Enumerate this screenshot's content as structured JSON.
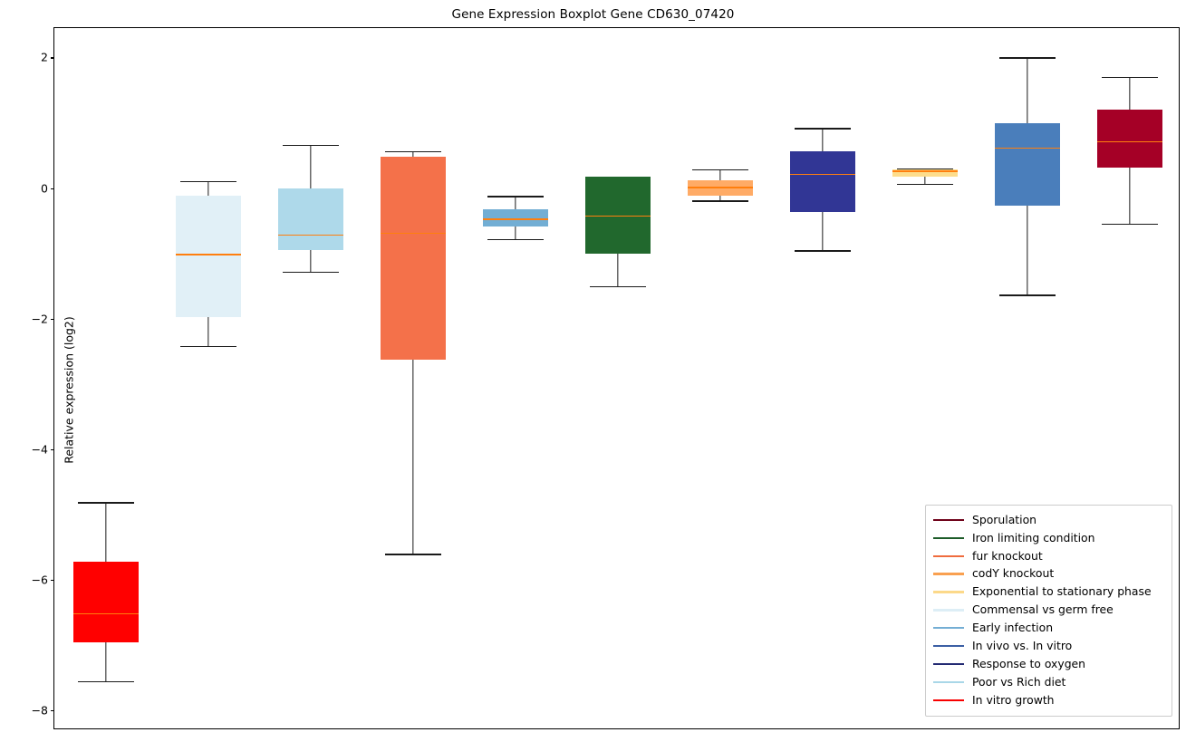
{
  "chart_data": {
    "type": "box",
    "title": "Gene Expression Boxplot Gene CD630_07420",
    "xlabel": "",
    "ylabel": "Relative expression (log2)",
    "ylim": [
      -8.3,
      2.45
    ],
    "yticks": [
      2,
      0,
      -2,
      -4,
      -6,
      -8
    ],
    "ytick_labels": [
      "2",
      "0",
      "−2",
      "−4",
      "−6",
      "−8"
    ],
    "grid": false,
    "median_color": "#ff7f0e",
    "whisker_color": "#1a1a1a",
    "legend_position": "lower right",
    "boxes": [
      {
        "name": "In vitro growth",
        "color": "#ff0000",
        "whisker_low": -7.55,
        "q1": -6.95,
        "median": -6.52,
        "q3": -5.72,
        "whisker_high": -4.81
      },
      {
        "name": "Commensal vs germ free",
        "color": "#e1f0f7",
        "whisker_low": -2.42,
        "q1": -1.98,
        "median": -1.02,
        "q3": -0.12,
        "whisker_high": 0.11
      },
      {
        "name": "Poor vs Rich diet",
        "color": "#aed9ea",
        "whisker_low": -1.28,
        "q1": -0.95,
        "median": -0.72,
        "q3": 0.0,
        "whisker_high": 0.66
      },
      {
        "name": "fur knockout",
        "color": "#f4714a",
        "whisker_low": -5.6,
        "q1": -2.63,
        "median": -0.69,
        "q3": 0.48,
        "whisker_high": 0.57
      },
      {
        "name": "Early infection",
        "color": "#72aed4",
        "whisker_low": -0.78,
        "q1": -0.59,
        "median": -0.48,
        "q3": -0.32,
        "whisker_high": -0.12
      },
      {
        "name": "Iron limiting condition",
        "color": "#21682d",
        "whisker_low": -1.5,
        "q1": -1.0,
        "median": -0.43,
        "q3": 0.17,
        "whisker_high": 0.17
      },
      {
        "name": "codY knockout",
        "color": "#ffab66",
        "whisker_low": -0.19,
        "q1": -0.11,
        "median": 0.01,
        "q3": 0.12,
        "whisker_high": 0.29
      },
      {
        "name": "Response to oxygen",
        "color": "#313695",
        "whisker_low": -0.95,
        "q1": -0.36,
        "median": 0.21,
        "q3": 0.57,
        "whisker_high": 0.92
      },
      {
        "name": "Exponential to stationary phase",
        "color": "#fddd8c",
        "whisker_low": 0.07,
        "q1": 0.18,
        "median": 0.26,
        "q3": 0.29,
        "whisker_high": 0.3
      },
      {
        "name": "In vivo vs. In vitro",
        "color": "#4a7ebb",
        "whisker_low": -1.63,
        "q1": -0.27,
        "median": 0.61,
        "q3": 1.0,
        "whisker_high": 2.0
      },
      {
        "name": "Sporulation",
        "color": "#a50026",
        "whisker_low": -0.54,
        "q1": 0.31,
        "median": 0.71,
        "q3": 1.2,
        "whisker_high": 1.7
      }
    ]
  },
  "legend": {
    "items": [
      {
        "label": "Sporulation",
        "color": "#6e0018"
      },
      {
        "label": "Iron limiting condition",
        "color": "#1d5c29"
      },
      {
        "label": "fur knockout",
        "color": "#ef6c3e"
      },
      {
        "label": "codY knockout",
        "color": "#f9a050"
      },
      {
        "label": "Exponential to stationary phase",
        "color": "#fcd98a"
      },
      {
        "label": "Commensal vs germ free",
        "color": "#ddeef6"
      },
      {
        "label": "Early infection",
        "color": "#74aed4"
      },
      {
        "label": "In vivo vs. In vitro",
        "color": "#3b5fa4"
      },
      {
        "label": "Response to oxygen",
        "color": "#232a72"
      },
      {
        "label": "Poor vs Rich diet",
        "color": "#a9d7e8"
      },
      {
        "label": "In vitro growth",
        "color": "#f80000"
      }
    ]
  }
}
